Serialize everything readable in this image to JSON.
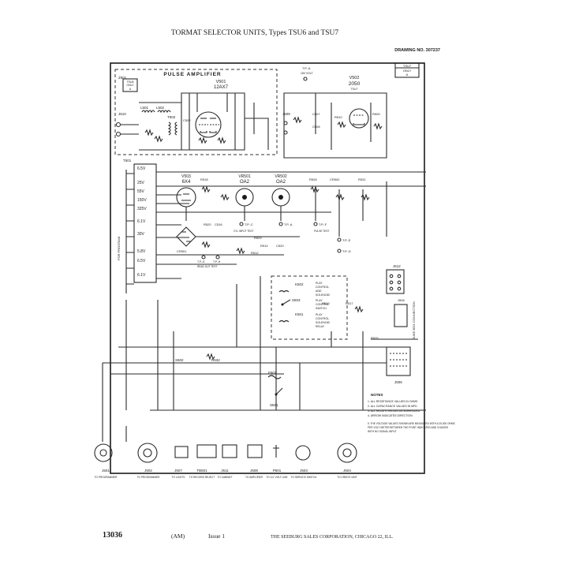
{
  "page": {
    "title": "TORMAT SELECTOR UNITS, Types TSU6 and TSU7",
    "drawing_no": "DRAWING NO. 307237",
    "corner_box": {
      "line1": "TSU7",
      "line2": "ONLY",
      "line3": "A"
    },
    "left_box": {
      "line1": "TSU6",
      "line2": "ONLY",
      "line3": "A"
    }
  },
  "pulse_amplifier": {
    "title": "PULSE AMPLIFIER",
    "tube_ref": "V501",
    "tube_type": "12AX7"
  },
  "v502": {
    "ref": "V502",
    "type": "2050",
    "note": "TSU7"
  },
  "tubes": [
    {
      "ref": "V503",
      "type": "6X4"
    },
    {
      "ref": "VR501",
      "type": "OA2"
    },
    {
      "ref": "VR502",
      "type": "OA2"
    }
  ],
  "voltages": [
    "6.5V",
    "25V",
    "55V",
    "150V",
    "325V",
    "6.1V",
    "30V",
    "5.8V",
    "6.5V",
    "6.1V"
  ],
  "components": {
    "z501": "Z501",
    "j510": "J510",
    "l501": "L501",
    "l502": "L502",
    "t502": "T502",
    "c502": "C502",
    "t501": "T501",
    "j509": "J509",
    "c507": "C507",
    "c508": "C508",
    "r510": "R510",
    "r509": "R509",
    "r518": "R518",
    "r528": "R528",
    "cr502": "CR502",
    "r531": "R531",
    "cr501": "CR501",
    "r520": "R520",
    "c516": "C516",
    "r529": "R529",
    "r514": "R514",
    "c520": "C520",
    "j512": "J512",
    "r517": "R517",
    "k502": "K502",
    "s503": "S503",
    "k501": "K501",
    "s502": "S502",
    "r532": "R532",
    "f501": "F501",
    "s501": "S501",
    "r519": "R519",
    "r512": "R512",
    "j505": "J505",
    "j506": "J506",
    "r525": "R525"
  },
  "test_points": {
    "tpa": "T.P.-A",
    "tpb": "T.P.-B",
    "tpc": "T.P.-C",
    "tpd": "T.P.-D",
    "tpe": "T.P.-E",
    "tpf": "T.P.-F",
    "tpg": "T.P.-G",
    "tph": "T.P.-H",
    "tpa_label": "150 VOLT",
    "tpb_label": "PULSE TEST",
    "tpc_label": "CYL INPUT TEST",
    "tpf_label": "PULSE TEST",
    "tpgh_label": "READ OUT TEST"
  },
  "relay_labels": {
    "k502": [
      "PLAY",
      "CONTROL",
      "AND",
      "SOLENOID"
    ],
    "s503": [
      "PLAY",
      "CONTROL",
      "SWITCH"
    ],
    "k501": [
      "PLAY",
      "CONTROL",
      "SOLENOID",
      "RELAY"
    ]
  },
  "side_labels": {
    "left": "FOR PROGRAM",
    "right": "JUKE BOX CONNECTION"
  },
  "notes": {
    "title": "NOTES",
    "items": [
      "1. ALL RESISTANCE VALUES IN OHMS",
      "2. ALL CAPACITANCE VALUES IN MFD",
      "3. ALL RELAYS SHOWN DE-ENERGIZED",
      "4. ARROW INDICATES DIRECTION",
      "5. THE VOLTAGE VALUES SHOWN ARE MEASURED WITH A 20,000 OHMS",
      "   PER VOLT METER BETWEEN THE POINT INDICATED AND CHASSIS",
      "   WITH NO SIGNAL INPUT"
    ]
  },
  "connectors": [
    {
      "ref": "J501",
      "dest": "TO PROGRAMMER"
    },
    {
      "ref": "J502",
      "dest": "TO PROGRAMMER"
    },
    {
      "ref": "J507",
      "dest": "TO LIGHTS"
    },
    {
      "ref": "TB501",
      "dest": "TO RECORD REJECT"
    },
    {
      "ref": "J511",
      "dest": "TO CABINET"
    },
    {
      "ref": "J508",
      "dest": "TO AMPLIFIER"
    },
    {
      "ref": "P501",
      "dest": "TO 117 VOLT LINE"
    },
    {
      "ref": "J503",
      "dest": "TO SERVICE SWITCH"
    },
    {
      "ref": "J504",
      "dest": "TO CREDIT UNIT"
    }
  ],
  "footer": {
    "number": "13036",
    "am": "(AM)",
    "issue": "Issue 1",
    "company": "THE SEEBURG SALES CORPORATION, CHICAGO 22, ILL."
  }
}
